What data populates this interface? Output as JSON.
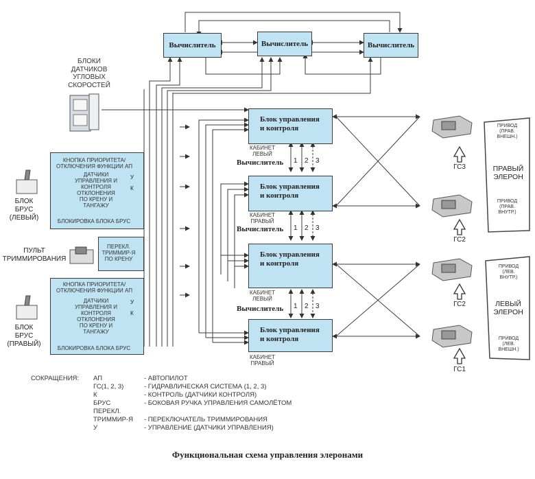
{
  "calculators": [
    "Вычислитель",
    "Вычислитель",
    "Вычислитель"
  ],
  "sensors_title": "БЛОКИ\nДАТЧИКОВ\nУГЛОВЫХ\nСКОРОСТЕЙ",
  "control_units": [
    {
      "label": "Блок управления\nи контроля",
      "cabinet": "КАБИНЕТ\nЛЕВЫЙ"
    },
    {
      "label": "Блок управления\nи контроля",
      "cabinet": "КАБИНЕТ\nПРАВЫЙ"
    },
    {
      "label": "Блок управления\nи контроля",
      "cabinet": "КАБИНЕТ\nЛЕВЫЙ"
    },
    {
      "label": "Блок управления\nи контроля",
      "cabinet": "КАБИНЕТ\nПРАВЫЙ"
    }
  ],
  "calc_link_label": "Вычислитель",
  "channel_numbers": [
    "1",
    "2",
    "3"
  ],
  "brus_left": {
    "title": "БЛОК\nБРУС\n(ЛЕВЫЙ)",
    "priority": "КНОПКА ПРИОРИТЕТА/\nОТКЛЮЧЕНИЯ ФУНКЦИИ АП",
    "sensors": "ДАТЧИКИ\nУПРАВЛЕНИЯ И\nКОНТРОЛЯ\nОТКЛОНЕНИЯ\nПО КРЕНУ И\nТАНГАЖУ",
    "lock": "БЛОКИРОВКА БЛОКА БРУС"
  },
  "brus_right": {
    "title": "БЛОК\nБРУС\n(ПРАВЫЙ)",
    "priority": "КНОПКА ПРИОРИТЕТА/\nОТКЛЮЧЕНИЯ ФУНКЦИИ АП",
    "sensors": "ДАТЧИКИ\nУПРАВЛЕНИЯ И\nКОНТРОЛЯ\nОТКЛОНЕНИЯ\nПО КРЕНУ И\nТАНГАЖУ",
    "lock": "БЛОКИРОВКА БЛОКА БРУС"
  },
  "trim_panel": {
    "title": "ПУЛЬТ\nТРИММИРОВАНИЯ",
    "switch": "ПЕРЕКЛ.\nТРИММИР-Я\nПО КРЕНУ"
  },
  "letters": {
    "u": "У",
    "k": "К"
  },
  "hydro": [
    "ГС3",
    "ГС2",
    "ГС2",
    "ГС1"
  ],
  "right_aileron": {
    "title": "ПРАВЫЙ\nЭЛЕРОН",
    "drive_outer": "ПРИВОД\n(ПРАВ.\nВНЕШН.)",
    "drive_inner": "ПРИВОД\n(ПРАВ.\nВНУТР.)"
  },
  "left_aileron": {
    "title": "ЛЕВЫЙ\nЭЛЕРОН",
    "drive_inner": "ПРИВОД\n(ЛЕВ.\nВНУТР.)",
    "drive_outer": "ПРИВОД\n(ЛЕВ.\nВНЕШН.)"
  },
  "abbreviations": {
    "header": "СОКРАЩЕНИЯ:",
    "items": [
      {
        "key": "АП",
        "value": "- АВТОПИЛОТ"
      },
      {
        "key": "ГС(1, 2, 3)",
        "value": "- ГИДРАВЛИЧЕСКАЯ СИСТЕМА (1, 2, 3)"
      },
      {
        "key": "К",
        "value": "- КОНТРОЛЬ (ДАТЧИКИ КОНТРОЛЯ)"
      },
      {
        "key": "БРУС",
        "value": "- БОКОВАЯ РУЧКА УПРАВЛЕНИЯ САМОЛЁТОМ"
      },
      {
        "key": "ПЕРЕКЛ.\nТРИММИР-Я",
        "value": "\n- ПЕРЕКЛЮЧАТЕЛЬ ТРИММИРОВАНИЯ"
      },
      {
        "key": "У",
        "value": "- УПРАВЛЕНИЕ (ДАТЧИКИ УПРАВЛЕНИЯ)"
      }
    ]
  },
  "caption": "Функциональная схема управления элеронами",
  "colors": {
    "box_fill": "#bfe3f2",
    "line": "#3a3a3a"
  }
}
